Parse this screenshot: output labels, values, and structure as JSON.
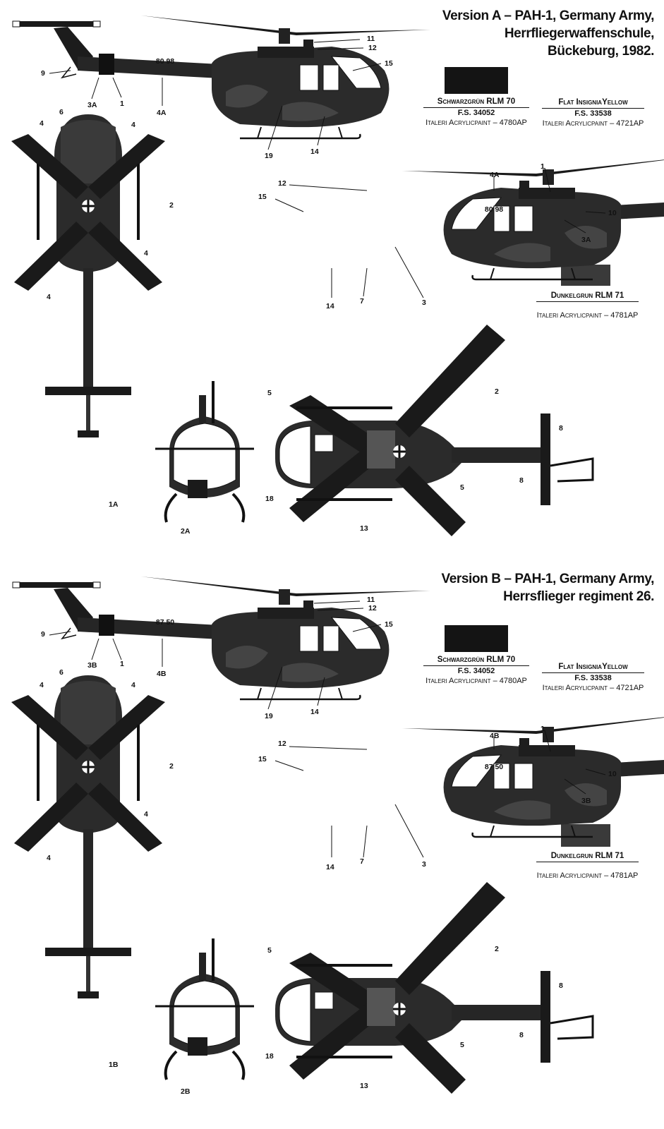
{
  "version_a": {
    "title_lines": [
      "Version A – PAH-1, Germany Army,",
      "Herrfliegerwaffenschule,",
      "Bückeburg, 1982."
    ],
    "insignia_code_side_left": "80 98",
    "insignia_code_side_right": "80 98",
    "callouts": {
      "side_view_1": [
        "11",
        "12",
        "15",
        "9",
        "3A",
        "1",
        "4A",
        "19",
        "14"
      ],
      "side_view_2": [
        "12",
        "15",
        "4A",
        "1",
        "10",
        "3A",
        "14",
        "7",
        "3"
      ],
      "top_view": [
        "6",
        "4",
        "4",
        "2",
        "4",
        "4"
      ],
      "front_view": [
        "1A",
        "2A"
      ],
      "bottom_view": [
        "5",
        "2",
        "8",
        "8",
        "5",
        "18",
        "13"
      ]
    }
  },
  "version_b": {
    "title_lines": [
      "Version B – PAH-1, Germany Army,",
      "Herrsflieger regiment 26."
    ],
    "insignia_code_side_left": "87 50",
    "insignia_code_side_right": "87 50",
    "callouts": {
      "side_view_1": [
        "11",
        "12",
        "15",
        "9",
        "3B",
        "1",
        "4B",
        "19",
        "14"
      ],
      "side_view_2": [
        "12",
        "15",
        "4B",
        "1",
        "10",
        "3B",
        "14",
        "7",
        "3"
      ],
      "top_view": [
        "6",
        "4",
        "4",
        "2",
        "4",
        "4"
      ],
      "front_view": [
        "1B",
        "2B"
      ],
      "bottom_view": [
        "5",
        "2",
        "8",
        "8",
        "5",
        "18",
        "13"
      ]
    }
  },
  "paints": {
    "rlm70": {
      "name": "Schwarzgrün RLM 70",
      "fs": "F.S. 34052",
      "acrylic": "Italeri Acrylicpaint – 4780AP",
      "color": "#141414"
    },
    "yellow": {
      "name": "Flat InsigniaYellow",
      "fs": "F.S. 33538",
      "acrylic": "Italeri Acrylicpaint – 4721AP"
    },
    "rlm71": {
      "name": "Dunkelgrun RLM 71",
      "acrylic": "Italeri Acrylicpaint – 4781AP",
      "color": "#3a3a3a"
    }
  }
}
